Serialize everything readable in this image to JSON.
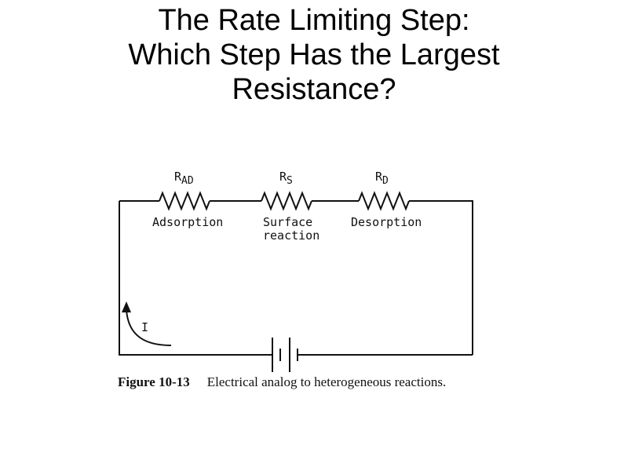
{
  "title": {
    "line1": "The Rate Limiting Step:",
    "line2": "Which Step Has the Largest",
    "line3": "Resistance?"
  },
  "circuit": {
    "resistors": [
      {
        "symbol": "R",
        "subscript": "AD",
        "label_lines": [
          "Adsorption"
        ]
      },
      {
        "symbol": "R",
        "subscript": "S",
        "label_lines": [
          "Surface",
          "reaction"
        ]
      },
      {
        "symbol": "R",
        "subscript": "D",
        "label_lines": [
          "Desorption"
        ]
      }
    ],
    "current_label": "I"
  },
  "caption": {
    "figure_number": "Figure 10-13",
    "text": "Electrical analog to heterogeneous reactions."
  }
}
